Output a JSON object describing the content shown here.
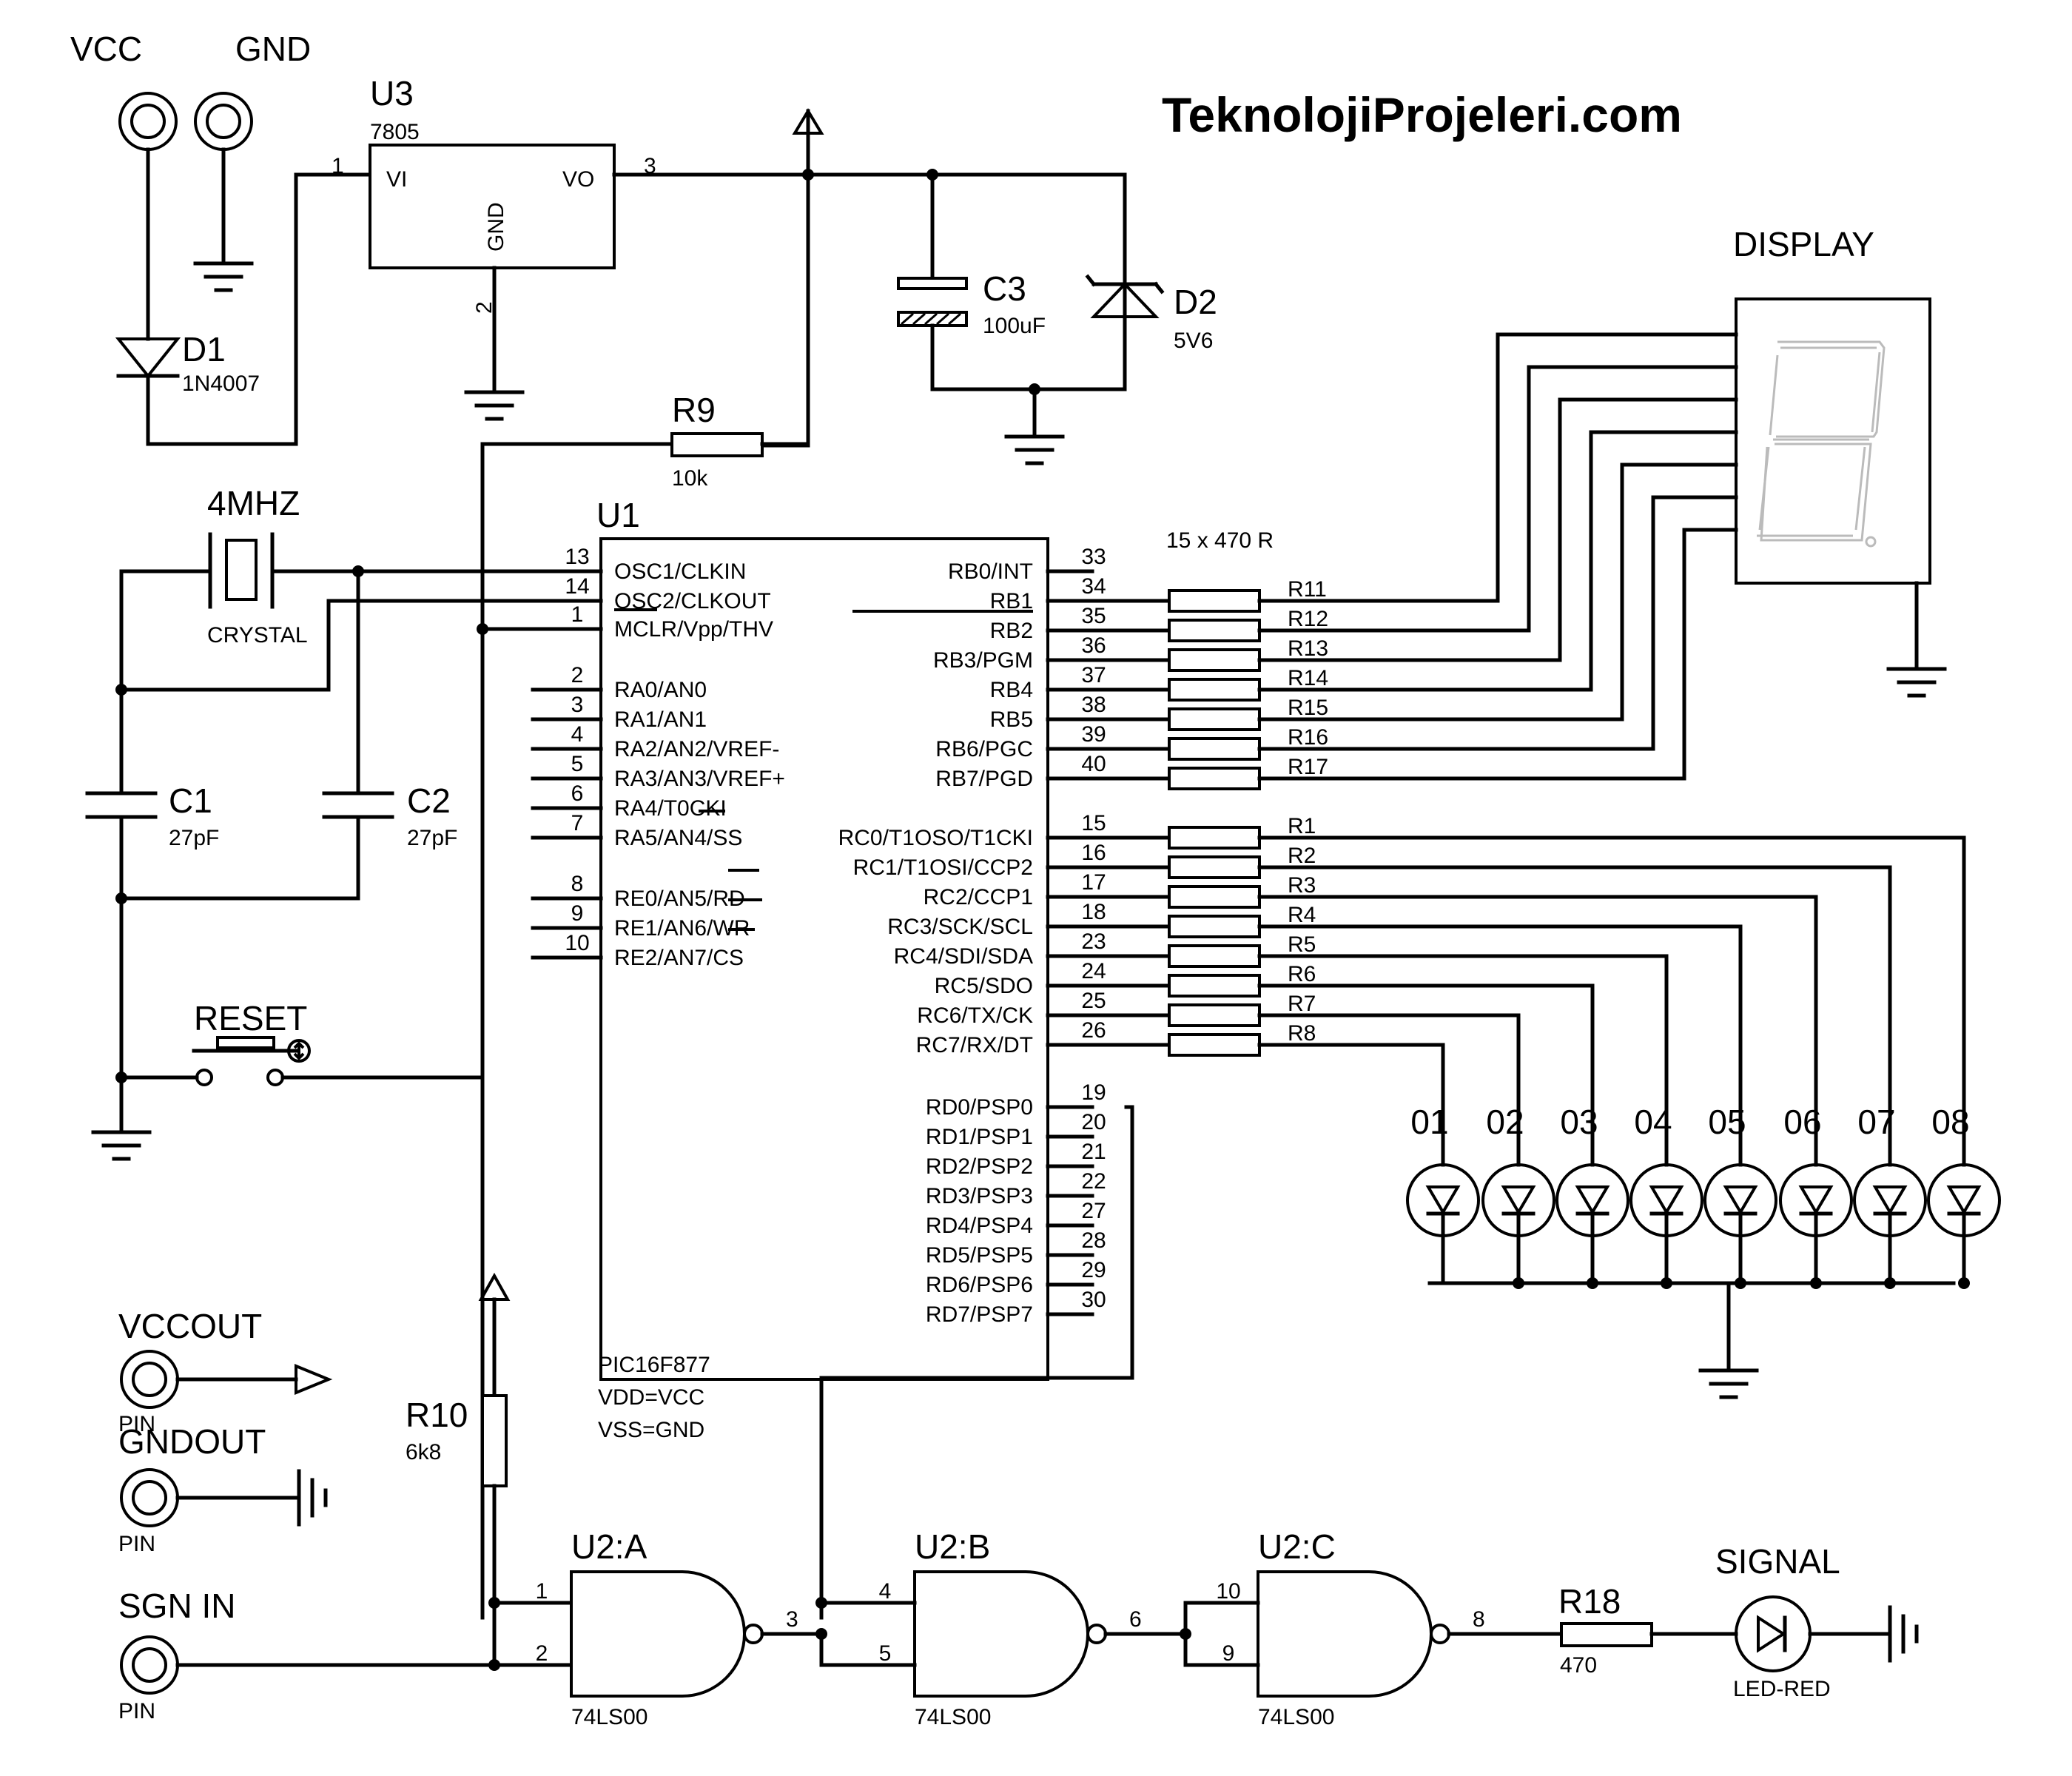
{
  "site_title": "TeknolojiProjeleri.com",
  "power": {
    "vcc": "VCC",
    "gnd": "GND"
  },
  "regulator": {
    "ref": "U3",
    "value": "7805",
    "pin_vi": "VI",
    "pin_vo": "VO",
    "pin_gnd": "GND",
    "pin1": "1",
    "pin2": "2",
    "pin3": "3"
  },
  "d1": {
    "ref": "D1",
    "value": "1N4007"
  },
  "c3": {
    "ref": "C3",
    "value": "100uF"
  },
  "d2": {
    "ref": "D2",
    "value": "5V6"
  },
  "r9": {
    "ref": "R9",
    "value": "10k"
  },
  "crystal": {
    "ref": "4MHZ",
    "value": "CRYSTAL"
  },
  "c1": {
    "ref": "C1",
    "value": "27pF"
  },
  "c2": {
    "ref": "C2",
    "value": "27pF"
  },
  "reset": {
    "label": "RESET"
  },
  "mcu": {
    "ref": "U1",
    "part": "PIC16F877",
    "vdd": "VDD=VCC",
    "vss": "VSS=GND",
    "left_pins": [
      {
        "num": "13",
        "name": "OSC1/CLKIN"
      },
      {
        "num": "14",
        "name": "OSC2/CLKOUT"
      },
      {
        "num": "1",
        "name": "MCLR/Vpp/THV"
      },
      {
        "num": "2",
        "name": "RA0/AN0"
      },
      {
        "num": "3",
        "name": "RA1/AN1"
      },
      {
        "num": "4",
        "name": "RA2/AN2/VREF-"
      },
      {
        "num": "5",
        "name": "RA3/AN3/VREF+"
      },
      {
        "num": "6",
        "name": "RA4/T0CKI"
      },
      {
        "num": "7",
        "name": "RA5/AN4/SS"
      },
      {
        "num": "8",
        "name": "RE0/AN5/RD"
      },
      {
        "num": "9",
        "name": "RE1/AN6/WR"
      },
      {
        "num": "10",
        "name": "RE2/AN7/CS"
      }
    ],
    "right_pins": [
      {
        "num": "33",
        "name": "RB0/INT"
      },
      {
        "num": "34",
        "name": "RB1"
      },
      {
        "num": "35",
        "name": "RB2"
      },
      {
        "num": "36",
        "name": "RB3/PGM"
      },
      {
        "num": "37",
        "name": "RB4"
      },
      {
        "num": "38",
        "name": "RB5"
      },
      {
        "num": "39",
        "name": "RB6/PGC"
      },
      {
        "num": "40",
        "name": "RB7/PGD"
      },
      {
        "num": "15",
        "name": "RC0/T1OSO/T1CKI"
      },
      {
        "num": "16",
        "name": "RC1/T1OSI/CCP2"
      },
      {
        "num": "17",
        "name": "RC2/CCP1"
      },
      {
        "num": "18",
        "name": "RC3/SCK/SCL"
      },
      {
        "num": "23",
        "name": "RC4/SDI/SDA"
      },
      {
        "num": "24",
        "name": "RC5/SDO"
      },
      {
        "num": "25",
        "name": "RC6/TX/CK"
      },
      {
        "num": "26",
        "name": "RC7/RX/DT"
      },
      {
        "num": "19",
        "name": "RD0/PSP0"
      },
      {
        "num": "20",
        "name": "RD1/PSP1"
      },
      {
        "num": "21",
        "name": "RD2/PSP2"
      },
      {
        "num": "22",
        "name": "RD3/PSP3"
      },
      {
        "num": "27",
        "name": "RD4/PSP4"
      },
      {
        "num": "28",
        "name": "RD5/PSP5"
      },
      {
        "num": "29",
        "name": "RD6/PSP6"
      },
      {
        "num": "30",
        "name": "RD7/PSP7"
      }
    ]
  },
  "resistor_array": {
    "label": "15 x 470 R"
  },
  "rb_resistors": [
    "R11",
    "R12",
    "R13",
    "R14",
    "R15",
    "R16",
    "R17"
  ],
  "rc_resistors": [
    "R1",
    "R2",
    "R3",
    "R4",
    "R5",
    "R6",
    "R7",
    "R8"
  ],
  "display": {
    "label": "DISPLAY"
  },
  "leds": [
    "01",
    "02",
    "03",
    "04",
    "05",
    "06",
    "07",
    "08"
  ],
  "connectors": {
    "vccout": "VCCOUT",
    "gndout": "GNDOUT",
    "sgn_in": "SGN IN",
    "pin": "PIN"
  },
  "r10": {
    "ref": "R10",
    "value": "6k8"
  },
  "gates": [
    {
      "ref": "U2:A",
      "part": "74LS00",
      "in1": "1",
      "in2": "2",
      "out": "3"
    },
    {
      "ref": "U2:B",
      "part": "74LS00",
      "in1": "4",
      "in2": "5",
      "out": "6"
    },
    {
      "ref": "U2:C",
      "part": "74LS00",
      "in1": "10",
      "in2": "9",
      "out": "8"
    }
  ],
  "r18": {
    "ref": "R18",
    "value": "470"
  },
  "signal_led": {
    "ref": "SIGNAL",
    "value": "LED-RED"
  }
}
